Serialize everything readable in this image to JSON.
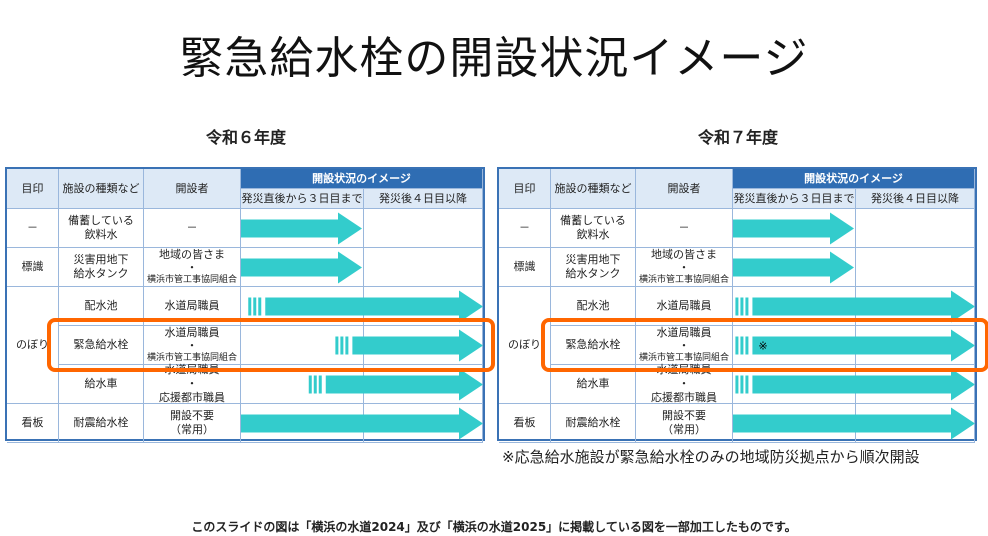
{
  "title": "緊急給水栓の開設状況イメージ",
  "tables": [
    {
      "caption": "令和６年度",
      "headers": {
        "mark": "目印",
        "facility": "施設の種類など",
        "opener": "開設者",
        "status_group": "開設状況のイメージ",
        "period1": "発災直後から３日目まで",
        "period2": "発災後４日目以降"
      },
      "rows": [
        {
          "mark": "－",
          "facility": "備蓄している\n飲料水",
          "opener": [
            "－"
          ],
          "arrow": {
            "start": 0,
            "end": 0.5,
            "striped": false
          }
        },
        {
          "mark": "標識",
          "facility": "災害用地下\n給水タンク",
          "opener": [
            "地域の皆さま",
            "・",
            "横浜市管工事協同組合"
          ],
          "arrow": {
            "start": 0,
            "end": 0.5,
            "striped": false
          }
        },
        {
          "mark": "のぼり",
          "facility": "配水池",
          "opener": [
            "水道局職員"
          ],
          "arrow": {
            "start": 0.03,
            "end": 1,
            "striped": true
          }
        },
        {
          "mark": "",
          "facility": "緊急給水栓",
          "opener": [
            "水道局職員",
            "・",
            "横浜市管工事協同組合"
          ],
          "arrow": {
            "start": 0.39,
            "end": 1,
            "striped": true
          }
        },
        {
          "mark": "",
          "facility": "給水車",
          "opener": [
            "水道局職員",
            "・",
            "応援都市職員"
          ],
          "arrow": {
            "start": 0.28,
            "end": 1,
            "striped": true
          }
        },
        {
          "mark": "看板",
          "facility": "耐震給水栓",
          "opener": [
            "開設不要",
            "（常用）"
          ],
          "arrow": {
            "start": 0,
            "end": 1,
            "striped": false
          }
        }
      ]
    },
    {
      "caption": "令和７年度",
      "headers": {
        "mark": "目印",
        "facility": "施設の種類など",
        "opener": "開設者",
        "status_group": "開設状況のイメージ",
        "period1": "発災直後から３日目まで",
        "period2": "発災後４日目以降"
      },
      "rows": [
        {
          "mark": "－",
          "facility": "備蓄している\n飲料水",
          "opener": [
            "－"
          ],
          "arrow": {
            "start": 0,
            "end": 0.5,
            "striped": false
          }
        },
        {
          "mark": "標識",
          "facility": "災害用地下\n給水タンク",
          "opener": [
            "地域の皆さま",
            "・",
            "横浜市管工事協同組合"
          ],
          "arrow": {
            "start": 0,
            "end": 0.5,
            "striped": false
          }
        },
        {
          "mark": "のぼり",
          "facility": "配水池",
          "opener": [
            "水道局職員"
          ],
          "arrow": {
            "start": 0.01,
            "end": 1,
            "striped": true
          }
        },
        {
          "mark": "",
          "facility": "緊急給水栓",
          "opener": [
            "水道局職員",
            "・",
            "横浜市管工事協同組合"
          ],
          "arrow": {
            "start": 0.01,
            "end": 1,
            "striped": true,
            "label": "※"
          }
        },
        {
          "mark": "",
          "facility": "給水車",
          "opener": [
            "水道局職員",
            "・",
            "応援都市職員"
          ],
          "arrow": {
            "start": 0.01,
            "end": 1,
            "striped": true
          }
        },
        {
          "mark": "看板",
          "facility": "耐震給水栓",
          "opener": [
            "開設不要",
            "（常用）"
          ],
          "arrow": {
            "start": 0,
            "end": 1,
            "striped": false
          }
        }
      ]
    }
  ],
  "note": "※応急給水施設が緊急給水栓のみの地域防災拠点から順次開設",
  "footer": "このスライドの図は「横浜の水道2024」及び「横浜の水道2025」に掲載している図を一部加工したものです。",
  "colors": {
    "header_blue": "#2f6db3",
    "header_light": "#dde9f6",
    "arrow": "#33cccc",
    "highlight": "#ff6600"
  }
}
